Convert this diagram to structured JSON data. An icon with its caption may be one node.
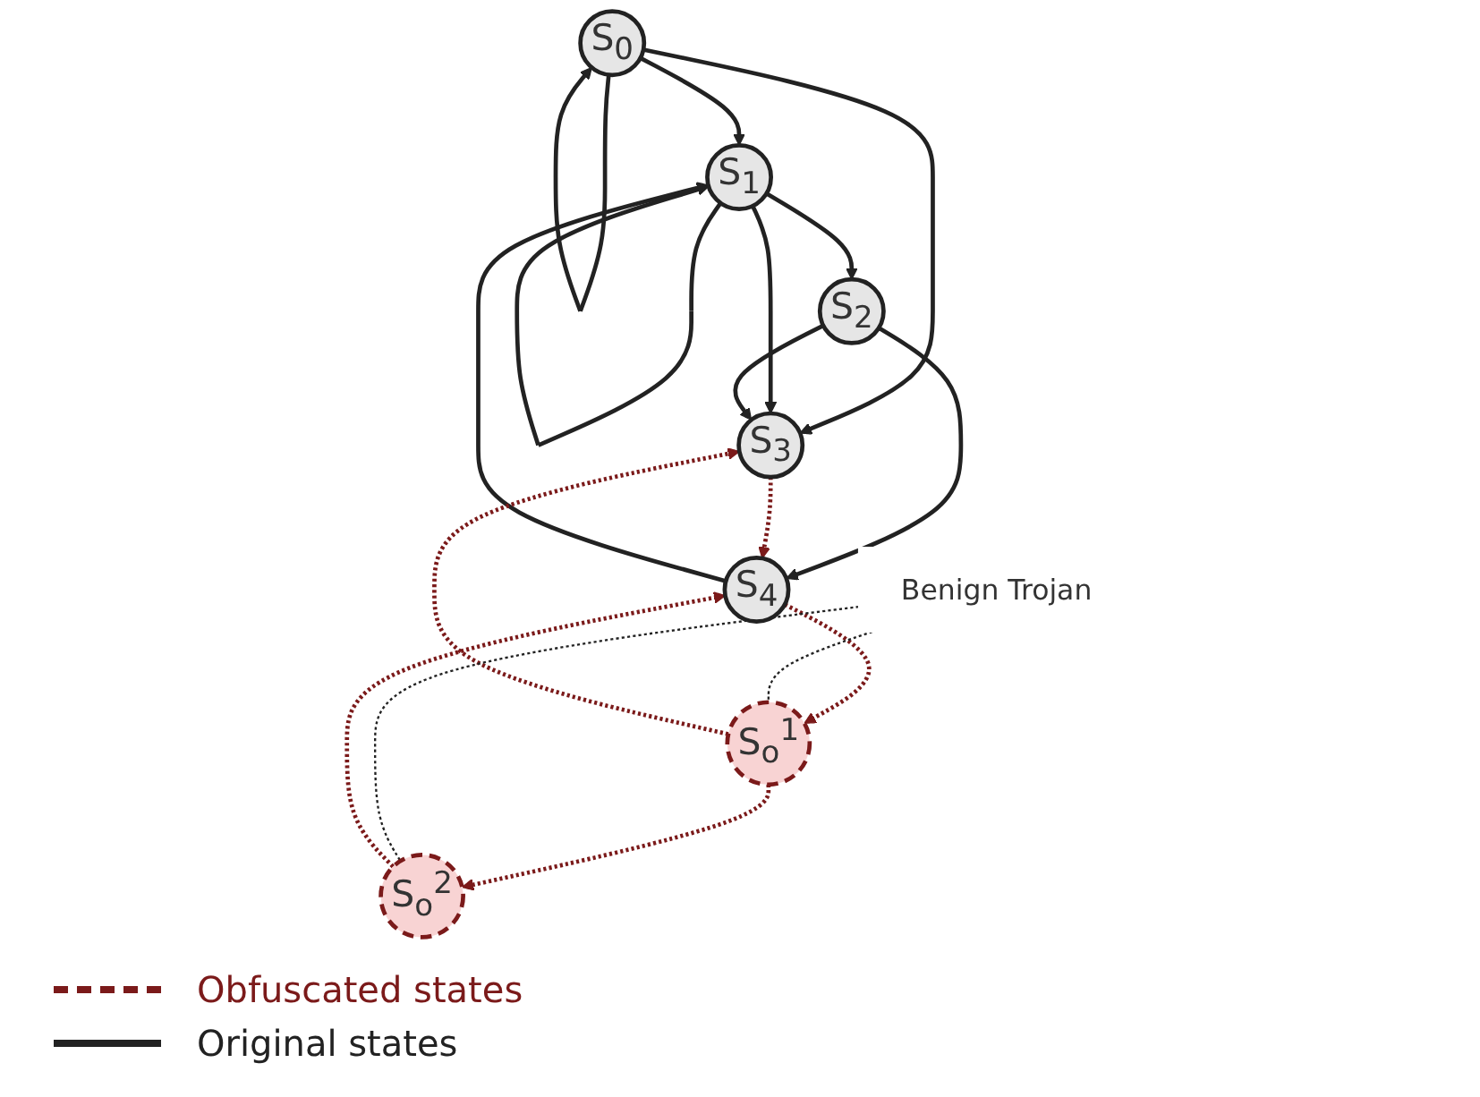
{
  "diagram": {
    "nodes": [
      {
        "text": [
          "S$_{1}$"
        ]
      },
      {
        "text": [
          "Benign Trojan"
        ]
      },
      {
        "text": [
          "S$_{o}$$^{2}$"
        ]
      },
      {
        "text": [
          "S$_{2}$"
        ]
      },
      {
        "text": [
          "S$_{0}$"
        ]
      },
      {
        "text": [
          "S$_{o}$$^{1}$"
        ]
      },
      {
        "text": [
          "S$_{3}$"
        ]
      },
      {
        "text": [
          "S$_{4}$"
        ]
      }
    ],
    "edges": [
      {
        "from": 0,
        "to": 0,
        "arrow": "to"
      },
      {
        "from": 4,
        "to": 4,
        "arrow": "to"
      },
      {
        "from": 4,
        "to": 0,
        "arrow": "to"
      },
      {
        "from": 4,
        "to": 6,
        "arrow": "to"
      },
      {
        "from": 0,
        "to": 3,
        "arrow": "to"
      },
      {
        "from": 0,
        "to": 6,
        "arrow": "to"
      },
      {
        "from": 3,
        "to": 6,
        "arrow": "to"
      },
      {
        "from": 3,
        "to": 7,
        "arrow": "to"
      },
      {
        "from": 7,
        "to": 0,
        "arrow": "to"
      },
      {
        "from": 6,
        "to": 7,
        "arrow": "to",
        "style": "dashed",
        "color": "#7b1a1a"
      },
      {
        "from": 7,
        "to": 5,
        "arrow": "to",
        "style": "dashed",
        "color": "#7b1a1a"
      },
      {
        "from": 5,
        "to": 6,
        "arrow": "to",
        "style": "dashed",
        "color": "#7b1a1a"
      },
      {
        "from": 5,
        "to": 2,
        "arrow": "to",
        "style": "dashed",
        "color": "#7b1a1a"
      },
      {
        "from": 2,
        "to": 7,
        "arrow": "to",
        "style": "dashed",
        "color": "#7b1a1a"
      },
      {
        "from": 1,
        "to": 5,
        "arrow": "none",
        "style": "dashed"
      },
      {
        "from": 1,
        "to": 2,
        "arrow": "none",
        "style": "dashed"
      }
    ],
    "legend": [
      {
        "text": "Obfuscated states"
      },
      {
        "text": "Original states"
      }
    ]
  }
}
